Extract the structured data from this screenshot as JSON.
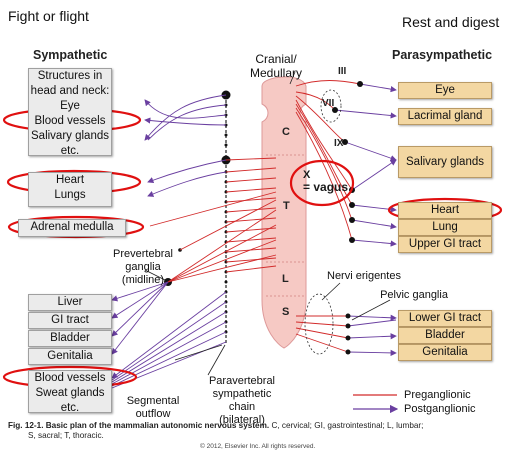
{
  "header": {
    "left_label": "Fight or flight",
    "right_label": "Rest and digest"
  },
  "sympathetic": {
    "title": "Sympathetic",
    "head_box": {
      "line1": "Structures in",
      "line2": "head and neck:",
      "line3": "Eye",
      "line4": "Blood vessels",
      "line5": "Salivary glands",
      "line6": "etc."
    },
    "heart_box": {
      "line1": "Heart",
      "line2": "Lungs"
    },
    "adrenal_box": "Adrenal medulla",
    "prevertebral": {
      "line1": "Prevertebral",
      "line2": "ganglia",
      "line3": "(midline)"
    },
    "organ_boxes": [
      "Liver",
      "GI tract",
      "Bladder",
      "Genitalia"
    ],
    "skin_box": {
      "line1": "Blood vessels",
      "line2": "Sweat glands",
      "line3": "etc."
    },
    "segmental": {
      "line1": "Segmental",
      "line2": "outflow"
    },
    "paravertebral": {
      "line1": "Paravertebral",
      "line2": "sympathetic",
      "line3": "chain",
      "line4": "(bilateral)"
    }
  },
  "spine": {
    "cranial": {
      "line1": "Cranial/",
      "line2": "Medullary"
    },
    "segments": [
      "C",
      "T",
      "L",
      "S"
    ],
    "nerves": [
      "III",
      "VII",
      "IX"
    ],
    "vagus": {
      "line1": "X",
      "line2": "= vagus"
    }
  },
  "parasympathetic": {
    "title": "Parasympathetic",
    "boxes": [
      "Eye",
      "Lacrimal gland",
      "Salivary glands",
      "Heart",
      "Lung",
      "Upper GI tract",
      "Lower GI tract",
      "Bladder",
      "Genitalia"
    ],
    "nervi_erigentes": "Nervi erigentes",
    "pelvic_ganglia": "Pelvic ganglia"
  },
  "legend": {
    "preganglionic": "Preganglionic",
    "postganglionic": "Postganglionic"
  },
  "caption": {
    "line1_bold": "Fig. 12-1. Basic plan of the mammalian autonomic nervous system.",
    "line1_rest": " C, cervical; GI, gastrointestinal; L, lumbar;",
    "line2": "S, sacral; T, thoracic.",
    "copyright": "© 2012, Elsevier Inc. All rights reserved."
  },
  "colors": {
    "preganglionic": "#d22b2b",
    "postganglionic": "#6a3fa0",
    "highlight": "#e01010",
    "tan_box": "#f3d7a2",
    "gray_box": "#ebebeb",
    "spinal_cord": "#f6c9c4"
  }
}
